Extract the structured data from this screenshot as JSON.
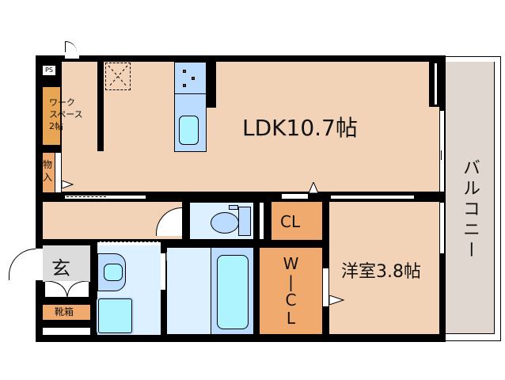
{
  "floorplan": {
    "rooms": {
      "ldk": {
        "label": "LDK10.7帖"
      },
      "western_room": {
        "label": "洋室3.8帖"
      },
      "workspace": {
        "label_line1": "ワーク",
        "label_line2": "スペース",
        "label_line3": "2帖"
      },
      "storage": {
        "label_line1": "物",
        "label_line2": "入"
      },
      "closet": {
        "label": "CL"
      },
      "walk_in_closet": {
        "label_line1": "W",
        "label_line2": "|",
        "label_line3": "C",
        "label_line4": "L"
      },
      "entrance": {
        "label": "玄"
      },
      "shoe_box": {
        "label": "靴箱"
      },
      "pipe_space": {
        "label": "PS"
      },
      "balcony": {
        "label": "バルコニー"
      }
    },
    "colors": {
      "room": "#f2d3b8",
      "closet": "#f0aa6e",
      "workspace": "#e8a655",
      "wet_area": "#ddf0ff",
      "fixture": "#bcdcff",
      "tub": "#aef4ff",
      "entrance": "#dcdcdc",
      "balcony": "#e0d8d0",
      "wall": "#000000"
    }
  }
}
